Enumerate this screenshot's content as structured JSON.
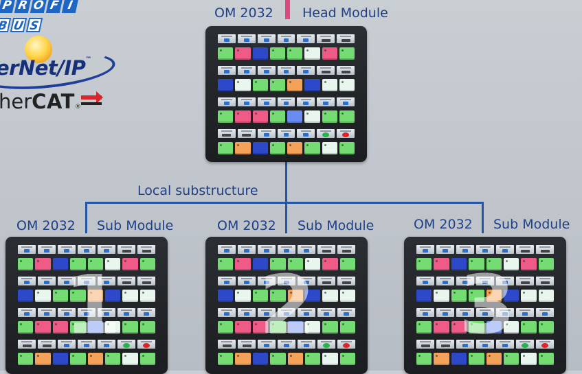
{
  "head": {
    "model_label": "OM 2032",
    "role_label": "Head Module"
  },
  "substructure_label": "Local substructure",
  "subs": [
    {
      "model_label": "OM 2032",
      "role_label": "Sub Module",
      "overlay": "1"
    },
    {
      "model_label": "OM 2032",
      "role_label": "Sub Module",
      "overlay": "2"
    },
    {
      "model_label": "OM 2032",
      "role_label": "Sub Module",
      "overlay": "3"
    }
  ],
  "logos": {
    "profibus_top": [
      "P",
      "R",
      "O",
      "F",
      "I"
    ],
    "profibus_bottom": [
      "B",
      "U",
      "S"
    ],
    "ethernetip": "erNet/IP",
    "ethercat_prefix": "her",
    "ethercat_bold": "CAT"
  },
  "panel_layout": {
    "label_kinds": [
      [
        "a",
        "a",
        "a",
        "a",
        "a",
        "c",
        "c"
      ],
      [
        "a",
        "a",
        "a",
        "a",
        "a",
        "c",
        "c"
      ],
      [
        "a",
        "a",
        "a",
        "a",
        "a",
        "a",
        "a"
      ],
      [
        "c",
        "c",
        "a",
        "a",
        "a",
        "test",
        "warn"
      ]
    ],
    "button_colors": [
      [
        "g",
        "p",
        "b",
        "g",
        "g",
        "w",
        "p",
        "g"
      ],
      [
        "b",
        "w",
        "g",
        "g",
        "o",
        "b",
        "w",
        "w"
      ],
      [
        "g",
        "p",
        "p",
        "g",
        "lb",
        "w",
        "g",
        "g"
      ],
      [
        "g",
        "o",
        "b",
        "g",
        "o",
        "g",
        "w",
        "g"
      ]
    ]
  },
  "colors": {
    "line": "#2456a8",
    "head_connector": "#e0467f",
    "label_text": "#1f3f86"
  }
}
